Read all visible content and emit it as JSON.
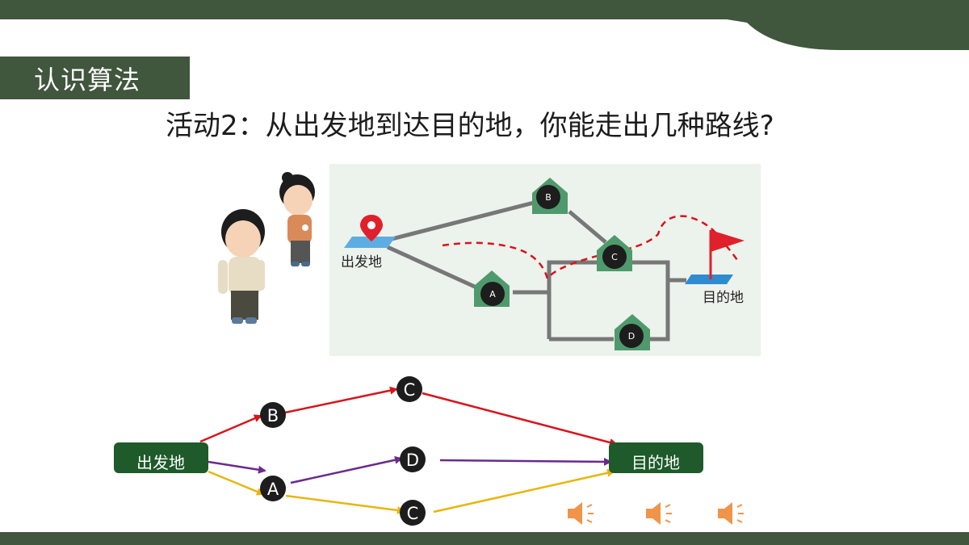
{
  "section": {
    "title": "认识算法"
  },
  "activity": {
    "heading": "活动2：从出发地到达目的地，你能走出几种路线?"
  },
  "map": {
    "start_label": "出发地",
    "end_label": "目的地",
    "nodes": [
      "A",
      "B",
      "C",
      "D"
    ]
  },
  "flow": {
    "start_label": "出发地",
    "end_label": "目的地",
    "node_labels": {
      "b": "B",
      "c_top": "C",
      "a": "A",
      "d": "D",
      "c_bottom": "C"
    }
  },
  "colors": {
    "theme_green": "#40563d",
    "box_green": "#1e5a2a",
    "route_red": "#d8141c",
    "route_purple": "#6b2a8c",
    "route_yellow": "#e9b50e",
    "speaker_orange": "#f0944a"
  },
  "icons": [
    "speaker-icon",
    "speaker-icon",
    "speaker-icon",
    "location-pin-icon",
    "flag-icon",
    "house-icon"
  ]
}
